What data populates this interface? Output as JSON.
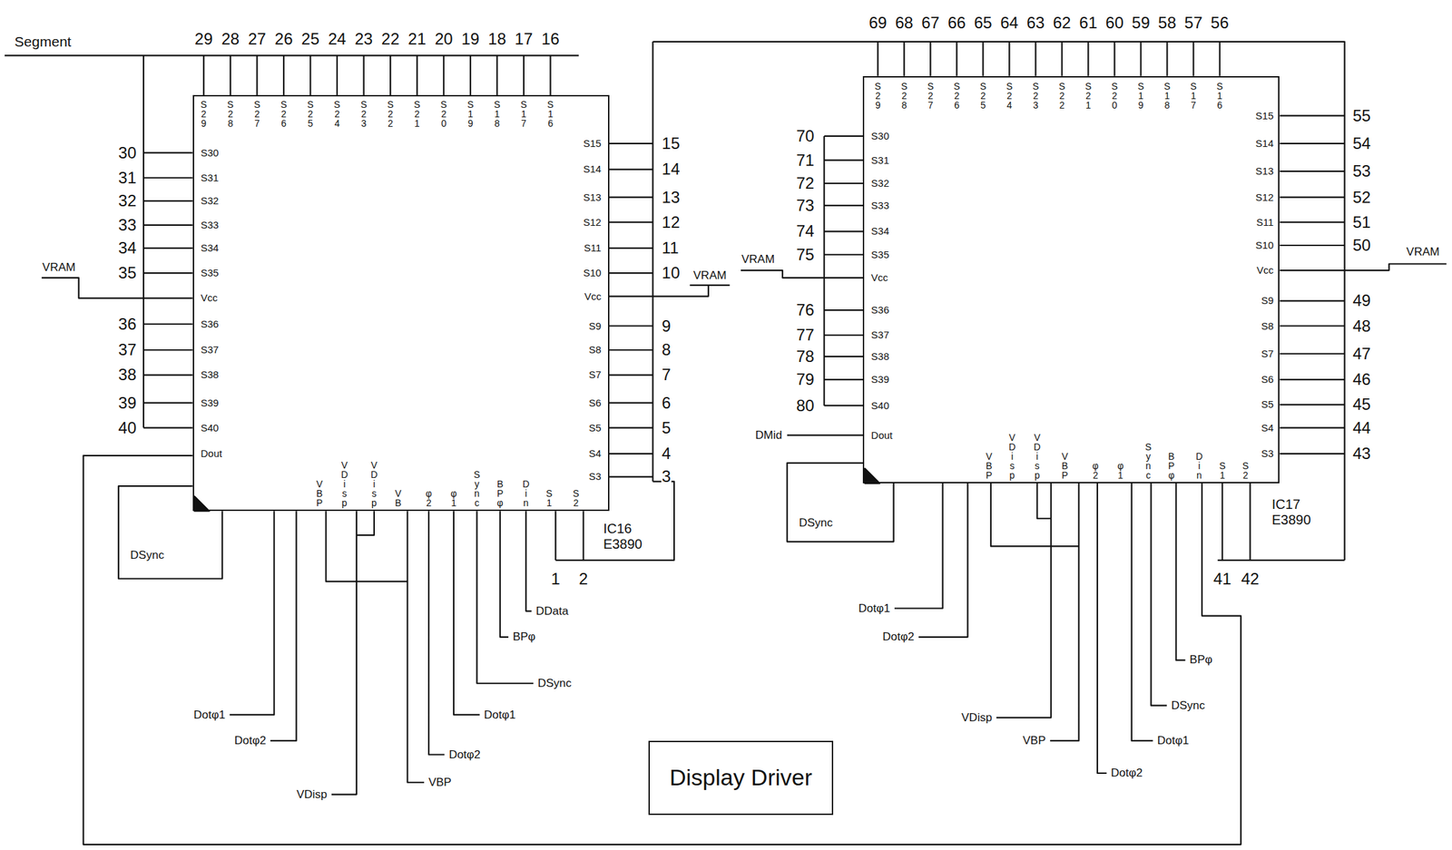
{
  "diagram": {
    "nodes": [
      {
        "text": [
          "IC16",
          "E3890"
        ]
      },
      {
        "text": [
          "IC17",
          "E3890"
        ]
      },
      {
        "text": [
          "Display Driver"
        ]
      }
    ],
    "edges": [
      {
        "from": 0,
        "to": 1,
        "arrow": "none"
      }
    ],
    "labels": [
      "Segment",
      "29",
      "28",
      "27",
      "26",
      "25",
      "24",
      "23",
      "22",
      "21",
      "20",
      "19",
      "18",
      "17",
      "16",
      "S29",
      "S28",
      "S27",
      "S26",
      "S25",
      "S24",
      "S23",
      "S22",
      "S21",
      "S20",
      "S19",
      "S18",
      "S17",
      "S16",
      "30",
      "31",
      "32",
      "33",
      "34",
      "35",
      "36",
      "37",
      "38",
      "39",
      "40",
      "S30",
      "S31",
      "S32",
      "S33",
      "S34",
      "S35",
      "Vcc",
      "S36",
      "S37",
      "S38",
      "S39",
      "S40",
      "Dout",
      "VRAM",
      "S15",
      "S14",
      "S13",
      "S12",
      "S11",
      "S10",
      "Vcc",
      "S9",
      "S8",
      "S7",
      "S6",
      "S5",
      "S4",
      "S3",
      "15",
      "14",
      "13",
      "12",
      "11",
      "10",
      "9",
      "8",
      "7",
      "6",
      "5",
      "4",
      "3",
      "VRAM",
      "VBP",
      "VDisp",
      "VDisp",
      "VB",
      "φ2",
      "φ1",
      "Sync",
      "BPφ",
      "Din",
      "S1",
      "S2",
      "DSync",
      "Dotφ1",
      "Dotφ2",
      "VDisp",
      "VBP",
      "Dotφ2",
      "Dotφ1",
      "DSync",
      "BPφ",
      "DData",
      "1",
      "2",
      "69",
      "68",
      "67",
      "66",
      "65",
      "64",
      "63",
      "62",
      "61",
      "60",
      "59",
      "58",
      "57",
      "56",
      "S29",
      "S28",
      "S27",
      "S26",
      "S25",
      "S24",
      "S23",
      "S22",
      "S21",
      "S20",
      "S19",
      "S18",
      "S17",
      "S16",
      "70",
      "71",
      "72",
      "73",
      "74",
      "75",
      "76",
      "77",
      "78",
      "79",
      "80",
      "S30",
      "S31",
      "S32",
      "S33",
      "S34",
      "S35",
      "Vcc",
      "S36",
      "S37",
      "S38",
      "S39",
      "S40",
      "Dout",
      "VRAM",
      "DMid",
      "S15",
      "S14",
      "S13",
      "S12",
      "S11",
      "S10",
      "Vcc",
      "S9",
      "S8",
      "S7",
      "S6",
      "S5",
      "S4",
      "S3",
      "55",
      "54",
      "53",
      "52",
      "51",
      "50",
      "49",
      "48",
      "47",
      "46",
      "45",
      "44",
      "43",
      "VRAM",
      "VBP",
      "VDisp",
      "VDisp",
      "VBP",
      "φ2",
      "φ1",
      "Sync",
      "BPφ",
      "Din",
      "S1",
      "S2",
      "DSync",
      "Dotφ1",
      "Dotφ2",
      "VDisp",
      "VBP",
      "Dotφ2",
      "Dotφ1",
      "DSync",
      "BPφ",
      "41",
      "42"
    ]
  }
}
